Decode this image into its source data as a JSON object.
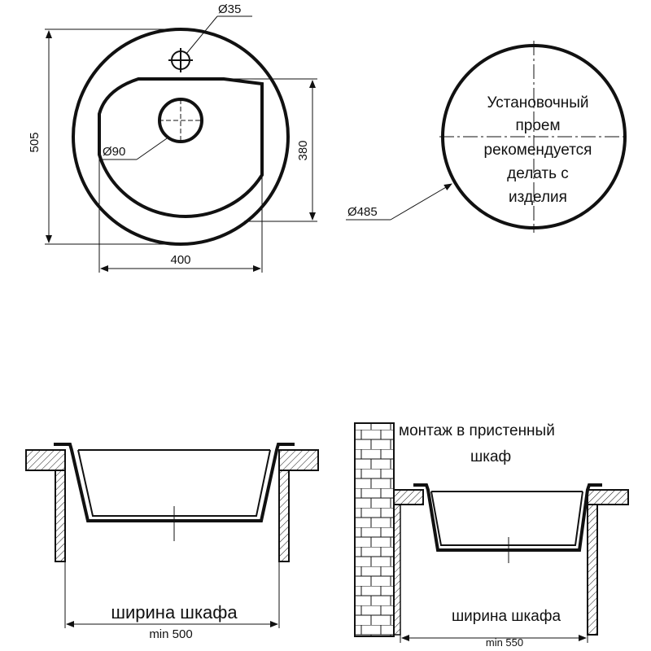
{
  "top_view": {
    "dim_faucet_hole": "Ø35",
    "dim_drain": "Ø90",
    "dim_outer_height": "505",
    "dim_bowl_height": "380",
    "dim_bowl_width": "400"
  },
  "cutout": {
    "dim_diameter": "Ø485",
    "note_lines": [
      "Установочный",
      "проем",
      "рекомендуется",
      "делать с",
      "изделия"
    ]
  },
  "section_left": {
    "width_label": "ширина шкафа",
    "min_label": "min 500"
  },
  "section_right": {
    "title_lines": [
      "монтаж в пристенный",
      "шкаф"
    ],
    "width_label": "ширина шкафа",
    "min_label": "min 550"
  }
}
